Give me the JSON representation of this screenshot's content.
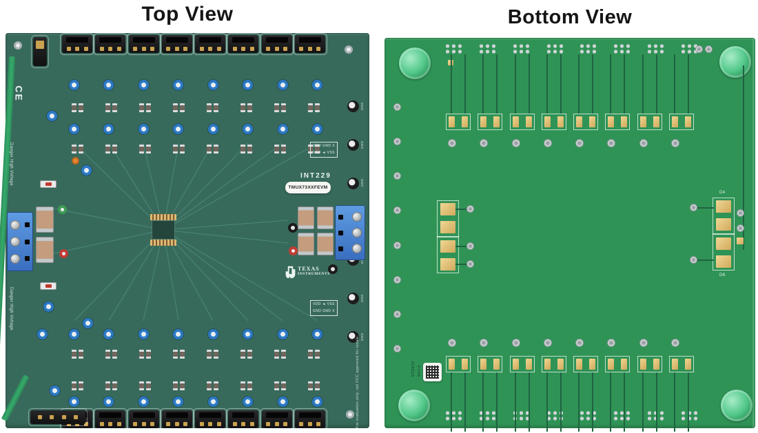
{
  "titles": {
    "top": "Top View",
    "bottom": "Bottom View"
  },
  "colors": {
    "top_board_green": "#386a5c",
    "top_board_edge_green": "#2f9a62",
    "bottom_board_green": "#2f9356",
    "testpoint_blue": "#2c7ac6",
    "terminal_blue": "#3a6ec0",
    "capacitor_tan": "#c49d7e",
    "gold_pad": "#d0a95c",
    "title_text": "#151515"
  },
  "top_board": {
    "ce_mark": "CE",
    "danger_label": "Danger High Voltage",
    "silk_box_top": {
      "line1": "GND GND X",
      "line2": "VDD ◄ VSS"
    },
    "silk_box_bottom": {
      "line1": "VDD ◄ VSS",
      "line2": "GND GND X"
    },
    "int_label": "INT229",
    "sticker_label": "TMUX73XXFEVM",
    "ti_logo_line1": "TEXAS",
    "ti_logo_line2": "INSTRUMENTS",
    "gnd_label": "GND",
    "eval_label": "For evaluation only; not FCC approved for resale.",
    "counts": {
      "jumper_cols": 8,
      "tp_cols": 8,
      "res_cols": 8,
      "gnd_points": 7
    }
  },
  "bottom_board": {
    "silk_text_line1": "6TD619",
    "silk_text_line2": "94V-0",
    "label_d4": "D4",
    "label_d6": "D6",
    "counts": {
      "pad_cluster_cols": 8,
      "footprint_cols": 8,
      "left_vias": 8
    }
  }
}
